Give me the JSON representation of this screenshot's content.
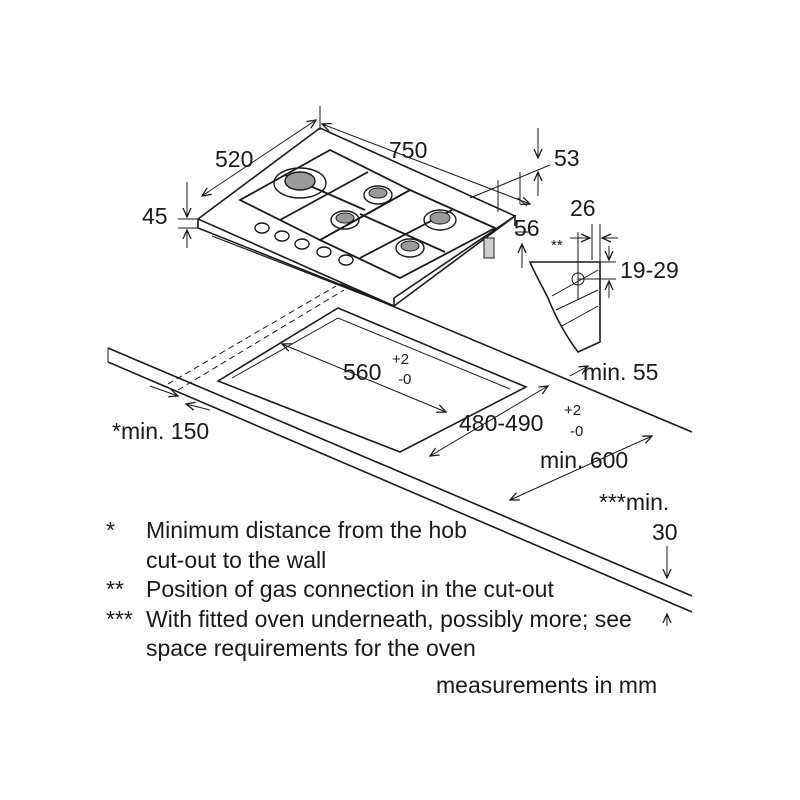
{
  "dimensions": {
    "hob_width": "750",
    "hob_depth": "520",
    "hob_height": "45",
    "top_offset": "53",
    "side_offset": "56",
    "gas_conn_horizontal": "26",
    "gas_conn_vertical": "19-29",
    "gas_conn_marker": "**",
    "worktop_min_thickness": "min. 55",
    "cutout_width": "560",
    "cutout_width_tol_plus": "+2",
    "cutout_width_tol_minus": "-0",
    "cutout_depth": "480-490",
    "cutout_depth_tol_plus": "+2",
    "cutout_depth_tol_minus": "-0",
    "worktop_min_depth": "min. 600",
    "wall_distance": "*min. 150",
    "oven_clearance_label": "***min.",
    "oven_clearance_value": "30"
  },
  "notes": [
    {
      "mark": "*",
      "text": "Minimum distance from the hob cut-out to the wall"
    },
    {
      "mark": "**",
      "text": "Position of gas connection in the cut-out"
    },
    {
      "mark": "***",
      "text": "With fitted oven underneath, possibly more; see space requirements for the oven"
    }
  ],
  "unit_note": "measurements in mm"
}
